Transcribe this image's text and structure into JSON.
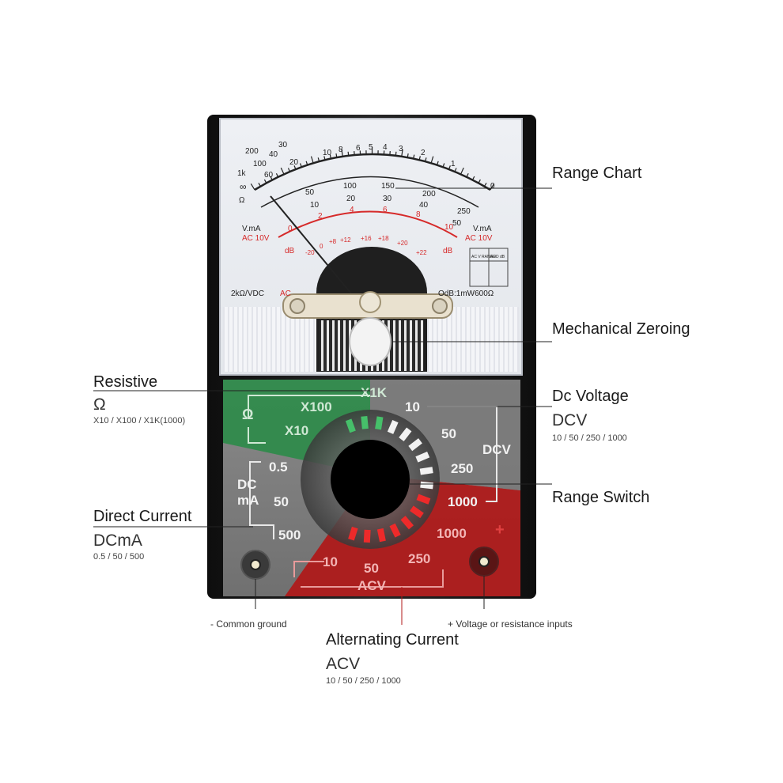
{
  "meter_face": {
    "ohm_scale": [
      "200",
      "100",
      "60",
      "40",
      "30",
      "20",
      "1k",
      "10",
      "8",
      "6",
      "5",
      "4",
      "3",
      "2",
      "1",
      "0"
    ],
    "ohm_symbol": "Ω",
    "ohm_infinity": "∞",
    "dc_scale_250": [
      "50",
      "100",
      "150",
      "200",
      "250"
    ],
    "dc_scale_50": [
      "10",
      "20",
      "30",
      "40",
      "50"
    ],
    "ac_scale": [
      "0",
      "2",
      "4",
      "6",
      "8",
      "10"
    ],
    "db_scale": [
      "-20",
      "0",
      "+8",
      "+12",
      "+16",
      "+18",
      "+20",
      "+22"
    ],
    "left_unit_1": "V.mA",
    "left_unit_2": "AC 10V",
    "right_unit_1": "V.mA",
    "right_unit_2": "AC 10V",
    "db_left": "dB",
    "db_right": "dB",
    "table_head_1": "AC V RANGE",
    "table_head_2": "ADD dB",
    "sensitivity": "2kΩ/VDC",
    "sensitivity_ac": "AC",
    "db_ref": "OdB:1mW600Ω"
  },
  "dial": {
    "ohm_symbol": "Ω",
    "ohm_ranges": [
      "X1K",
      "X100",
      "X10"
    ],
    "dcv_ranges": [
      "10",
      "50",
      "250",
      "1000"
    ],
    "dcv_label": "DCV",
    "dcma_label_1": "DC",
    "dcma_label_2": "mA",
    "dcma_ranges": [
      "0.5",
      "50",
      "500"
    ],
    "acv_ranges": [
      "10",
      "50",
      "250",
      "1000"
    ],
    "acv_label": "ACV",
    "plus_sign": "+"
  },
  "callouts": {
    "range_chart": "Range Chart",
    "mechanical_zeroing": "Mechanical Zeroing",
    "resistive_title": "Resistive",
    "resistive_symbol": "Ω",
    "resistive_ranges": "X10 / X100 / X1K(1000)",
    "dc_voltage_title": "Dc Voltage",
    "dc_voltage_symbol": "DCV",
    "dc_voltage_ranges": "10 / 50 / 250 / 1000",
    "range_switch": "Range Switch",
    "direct_current_title": "Direct Current",
    "direct_current_symbol": "DCmA",
    "direct_current_ranges": "0.5 / 50 / 500",
    "common_ground": "- Common ground",
    "voltage_inputs": "+ Voltage or resistance inputs",
    "alternating_current_title": "Alternating Current",
    "alternating_current_symbol": "ACV",
    "alternating_current_ranges": "10 / 50 / 250 / 1000"
  },
  "colors": {
    "ohm_zone": "#2e8b4a",
    "acv_zone": "#b01818",
    "dcv_zone": "#6a6a6a",
    "meter_red": "#d62a2a",
    "body": "#1c1c1c"
  }
}
